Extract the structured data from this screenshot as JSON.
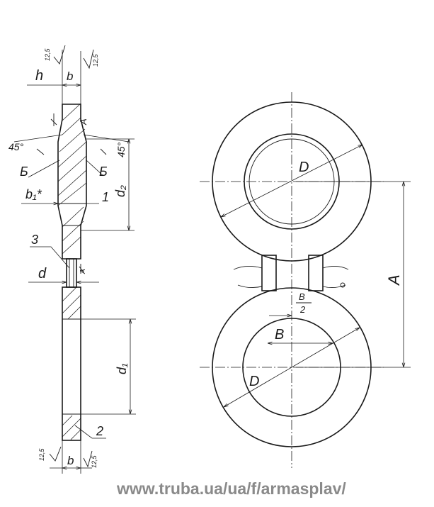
{
  "labels": {
    "h": "h",
    "b": "b",
    "rough": "12,5",
    "angle": "45°",
    "section_b": "Б",
    "b1": "b₁*",
    "A_mark": "A",
    "d2": "d₂",
    "one": "1",
    "three": "3",
    "d": "d",
    "d1": "d₁",
    "two": "2",
    "D": "D",
    "B": "B",
    "B_half_num": "B",
    "B_half_den": "2",
    "A": "A"
  },
  "watermark": "www.truba.ua/ua/f/armasplav/"
}
